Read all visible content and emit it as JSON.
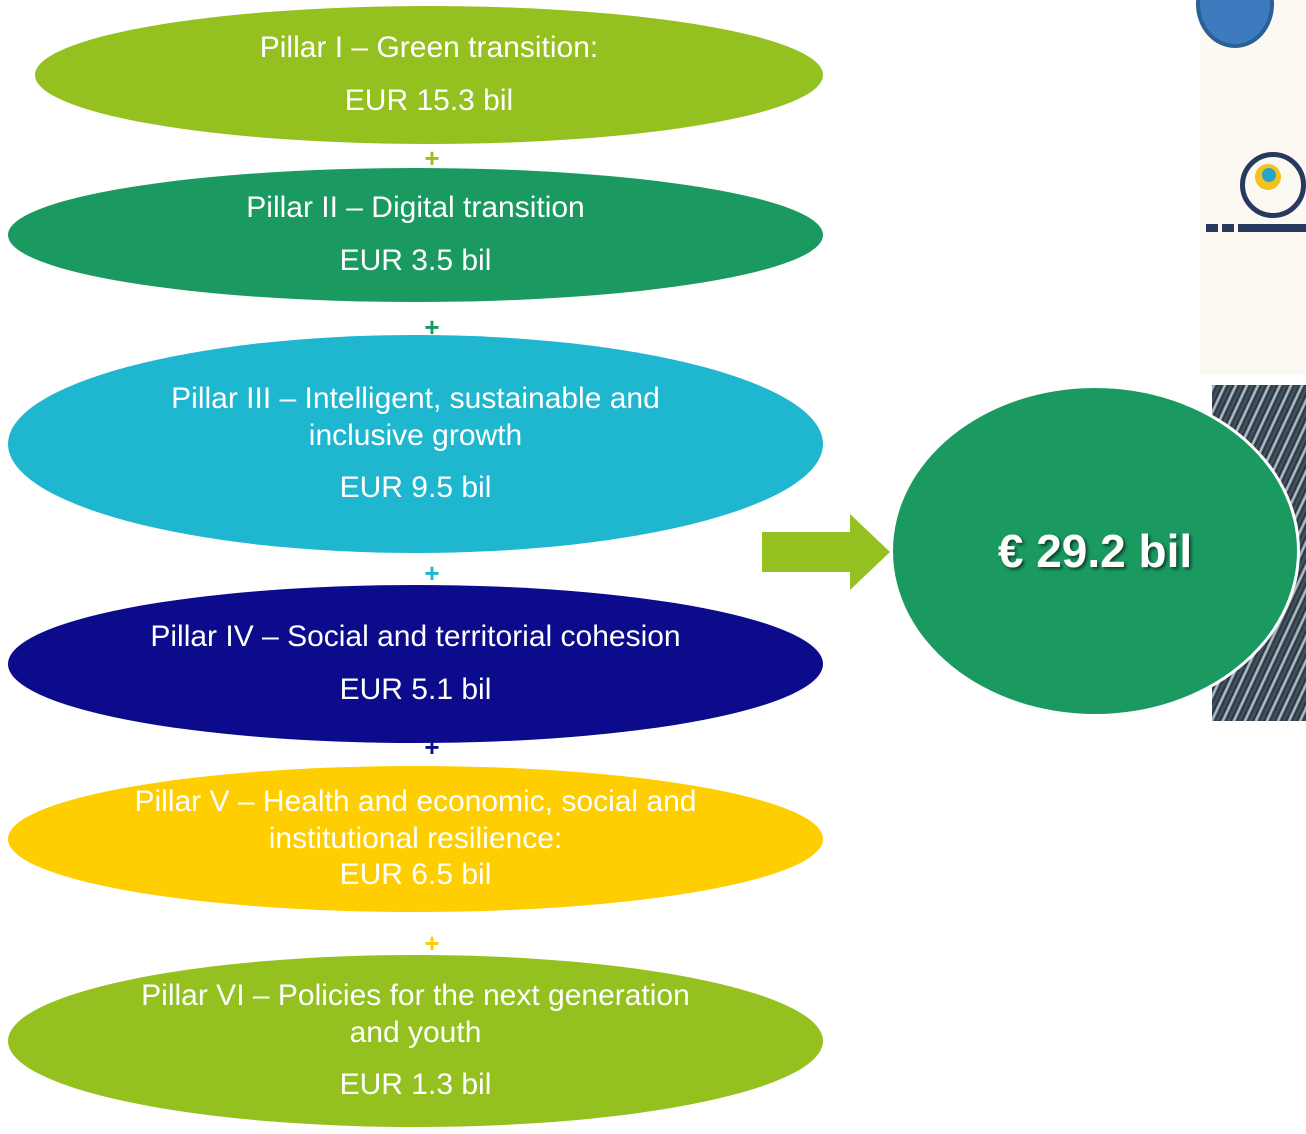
{
  "pillars": [
    {
      "title": "Pillar I – Green transition:",
      "amount": "EUR 15.3 bil",
      "color": "#95c120"
    },
    {
      "title": "Pillar II – Digital transition",
      "amount": "EUR 3.5 bil",
      "color": "#1a9a60"
    },
    {
      "title": "Pillar III – Intelligent, sustainable and inclusive growth",
      "amount": "EUR 9.5 bil",
      "color": "#1fb6d0"
    },
    {
      "title": "Pillar IV – Social and territorial cohesion",
      "amount": "EUR 5.1 bil",
      "color": "#0b0b8c"
    },
    {
      "title": "Pillar V – Health and economic, social and institutional resilience:",
      "amount": "EUR 6.5 bil",
      "color": "#fece00"
    },
    {
      "title": "Pillar VI – Policies for the next generation and youth",
      "amount": "EUR 1.3 bil",
      "color": "#95c120"
    }
  ],
  "plus_signs": [
    {
      "symbol": "+",
      "color": "#95c120"
    },
    {
      "symbol": "+",
      "color": "#1a9a60"
    },
    {
      "symbol": "+",
      "color": "#1fb6d0"
    },
    {
      "symbol": "+",
      "color": "#0b0b8c"
    },
    {
      "symbol": "+",
      "color": "#fece00"
    }
  ],
  "total": {
    "label": "€ 29.2 bil",
    "color": "#1a9a60"
  },
  "arrow": {
    "color": "#95c120"
  },
  "decorations": [
    "recycle-arc-icon",
    "touch-target-icon",
    "starfield-image"
  ]
}
